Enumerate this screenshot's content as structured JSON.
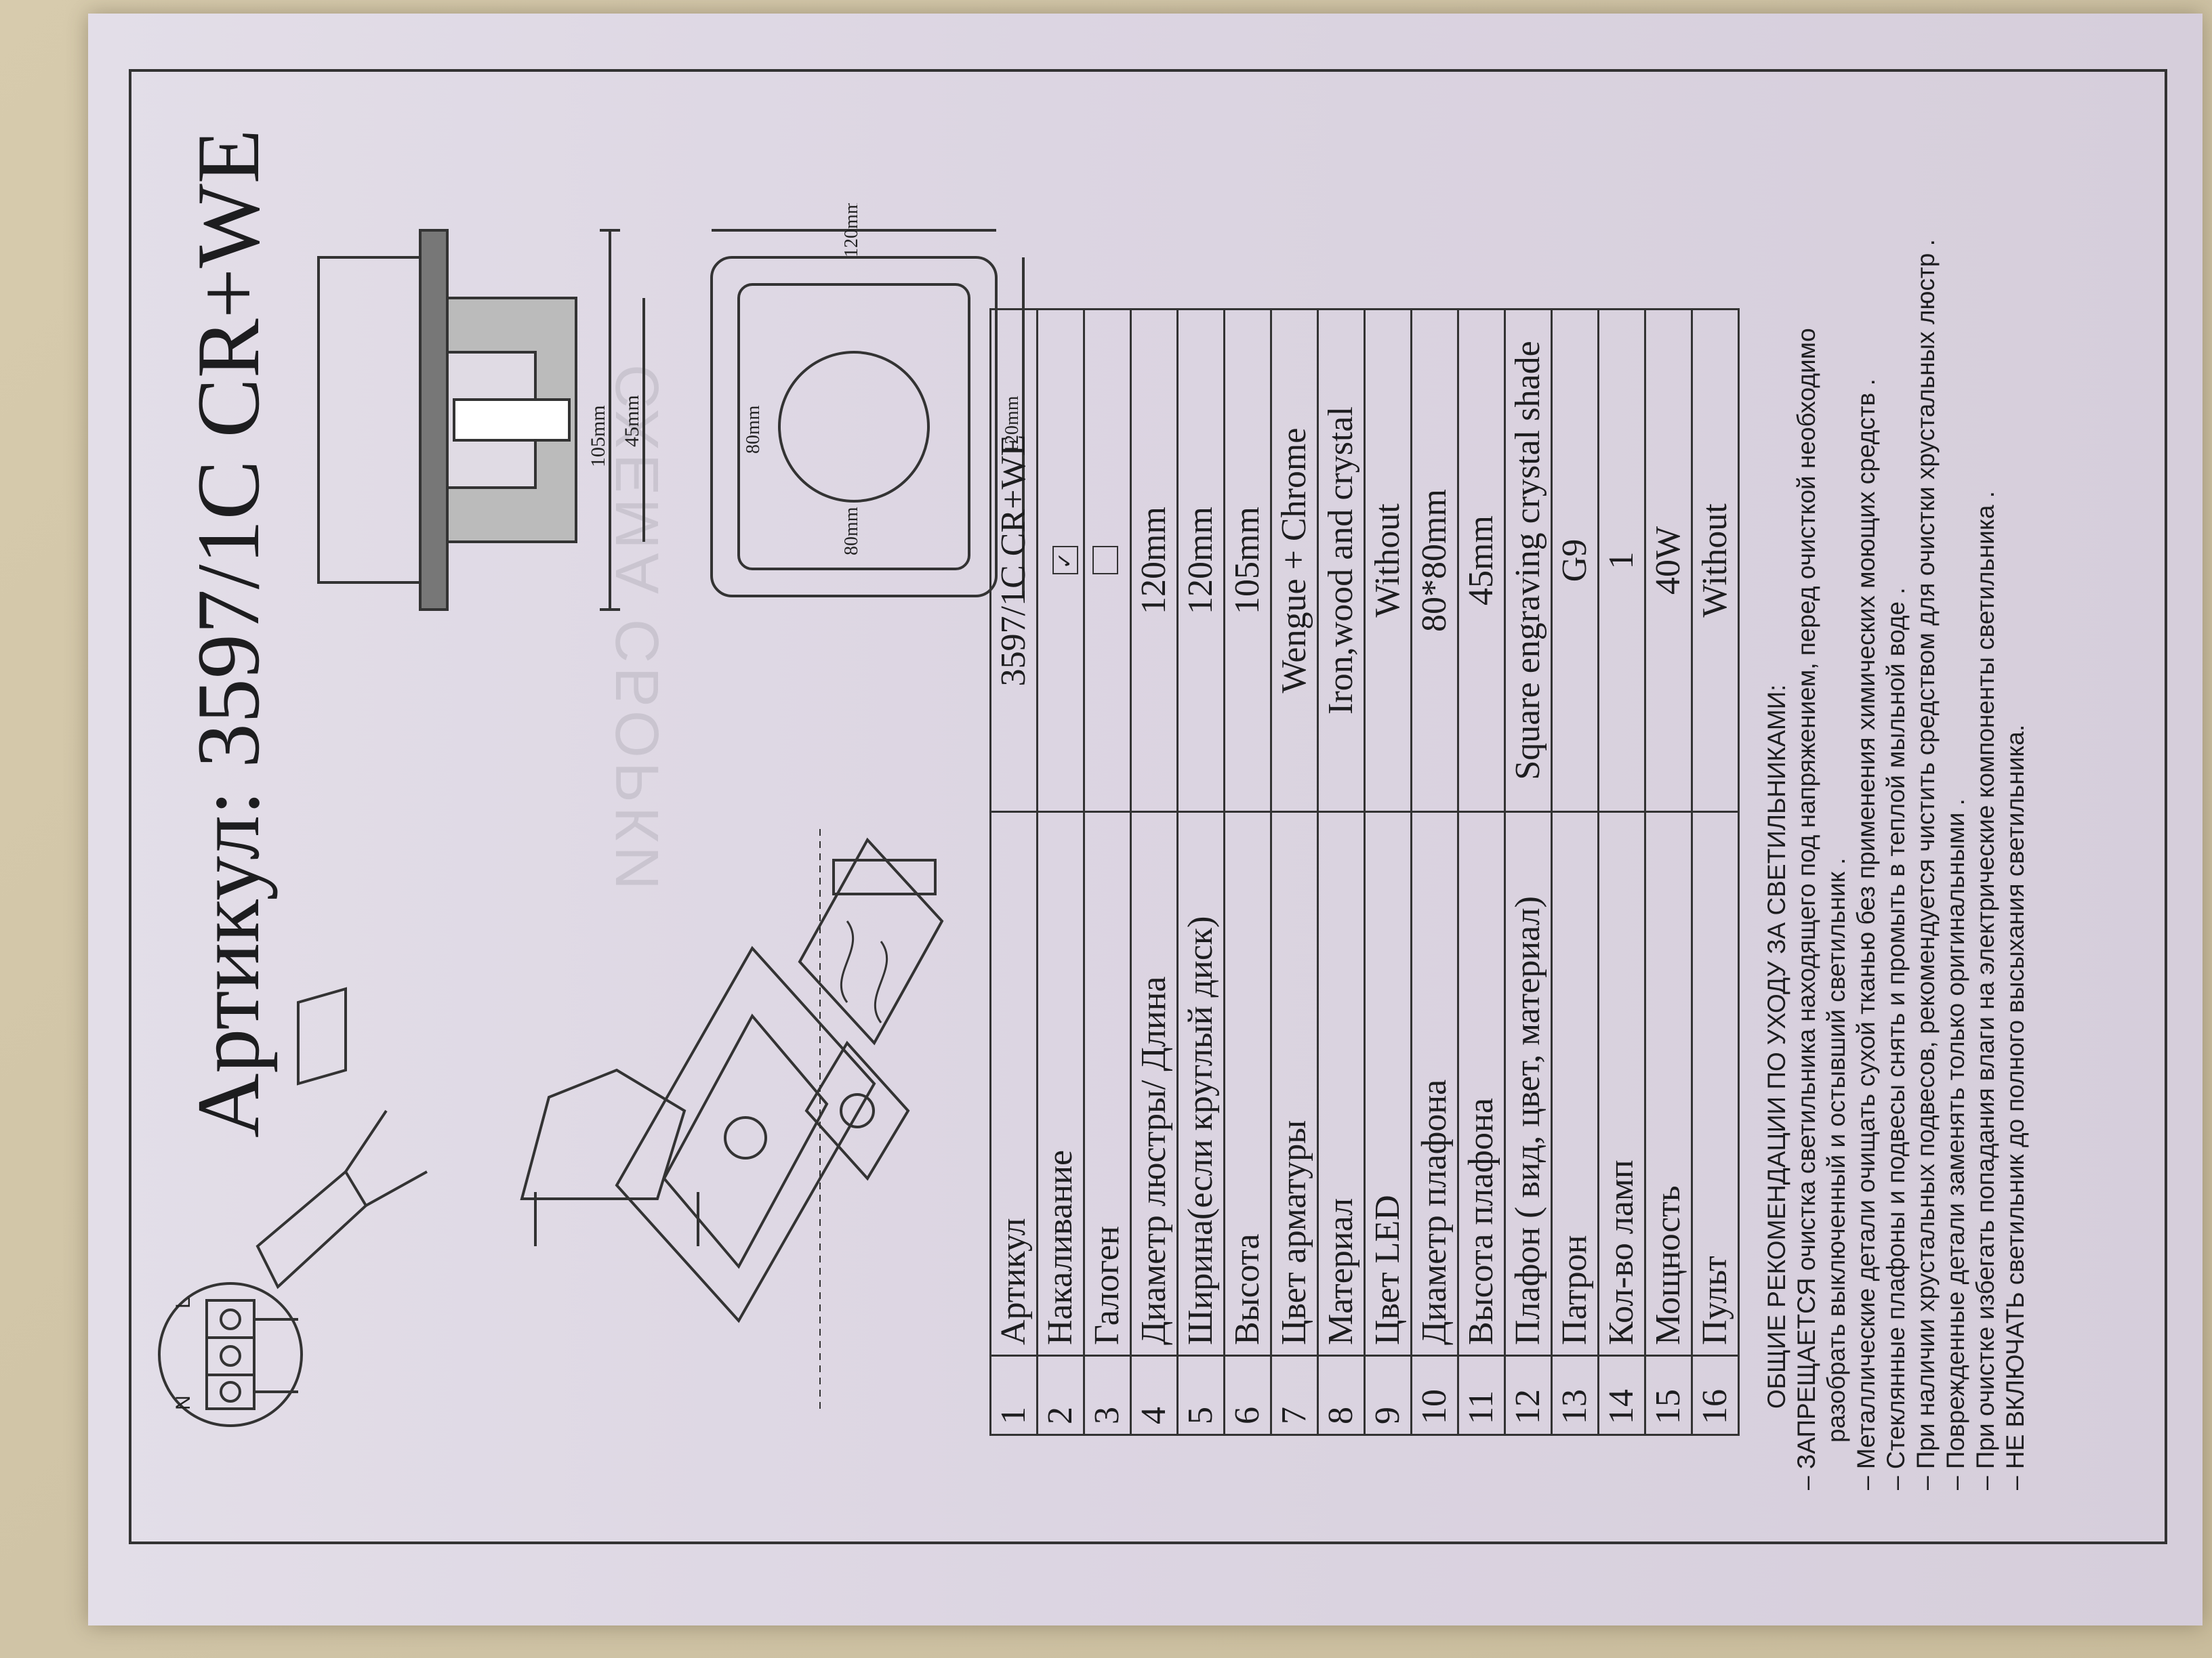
{
  "title": "Артикул: 3597/1C CR+WE",
  "ghost_text": "СХЕМА СБОРКИ",
  "diagram_labels": {
    "side_height": "105mm",
    "shade_height": "45mm",
    "top_inner_w": "80mm",
    "top_inner_h": "80mm",
    "top_outer_w": "120mm",
    "top_outer_h": "120mm",
    "terminal_n": "N",
    "terminal_l": "L"
  },
  "table": {
    "rows": [
      {
        "n": "1",
        "label": "Артикул",
        "value": "3597/1C CR+WE"
      },
      {
        "n": "2",
        "label": "Накаливание",
        "value": "✓",
        "checkbox": true
      },
      {
        "n": "3",
        "label": "Галоген",
        "value": "",
        "checkbox": true
      },
      {
        "n": "4",
        "label": "Диаметр люстры/ Длина",
        "value": "120mm"
      },
      {
        "n": "5",
        "label": "Ширина(если круглый диск)",
        "value": "120mm"
      },
      {
        "n": "6",
        "label": "Высота",
        "value": "105mm"
      },
      {
        "n": "7",
        "label": "Цвет арматуры",
        "value": "Wengue + Chrome"
      },
      {
        "n": "8",
        "label": "Материал",
        "value": "Iron,wood and crystal"
      },
      {
        "n": "9",
        "label": "Цвет LED",
        "value": "Without"
      },
      {
        "n": "10",
        "label": "Диаметр плафона",
        "value": "80*80mm"
      },
      {
        "n": "11",
        "label": "Высота плафона",
        "value": "45mm"
      },
      {
        "n": "12",
        "label": "Плафон ( вид, цвет, материал)",
        "value": "Square engraving crystal shade"
      },
      {
        "n": "13",
        "label": "Патрон",
        "value": "G9"
      },
      {
        "n": "14",
        "label": "Кол-во ламп",
        "value": "1"
      },
      {
        "n": "15",
        "label": "Мощность",
        "value": "40W"
      },
      {
        "n": "16",
        "label": "Пульт",
        "value": "Without"
      }
    ]
  },
  "care": {
    "heading": "ОБЩИЕ РЕКОМЕНДАЦИИ ПО УХОДУ ЗА СВЕТИЛЬНИКАМИ:",
    "items": [
      "– ЗАПРЕЩАЕТСЯ очистка светильника находящего под напряжением, перед очисткой необходимо",
      "разобрать выключенный и остывший светильник .",
      "– Металлические детали очищать сухой тканью без применения химических моющих средств .",
      "– Стеклянные плафоны и  подвесы снять и промыть в теплой мыльной воде .",
      "– При наличии хрустальных подвесов, рекомендуется чистить средством для очистки хрустальных люстр .",
      "– Поврежденные детали заменять только оригинальными .",
      "– При очистке избегать попадания влаги на электрические компоненты светильника .",
      "– НЕ ВКЛЮЧАТЬ светильник до полного высыхания светильника."
    ]
  }
}
